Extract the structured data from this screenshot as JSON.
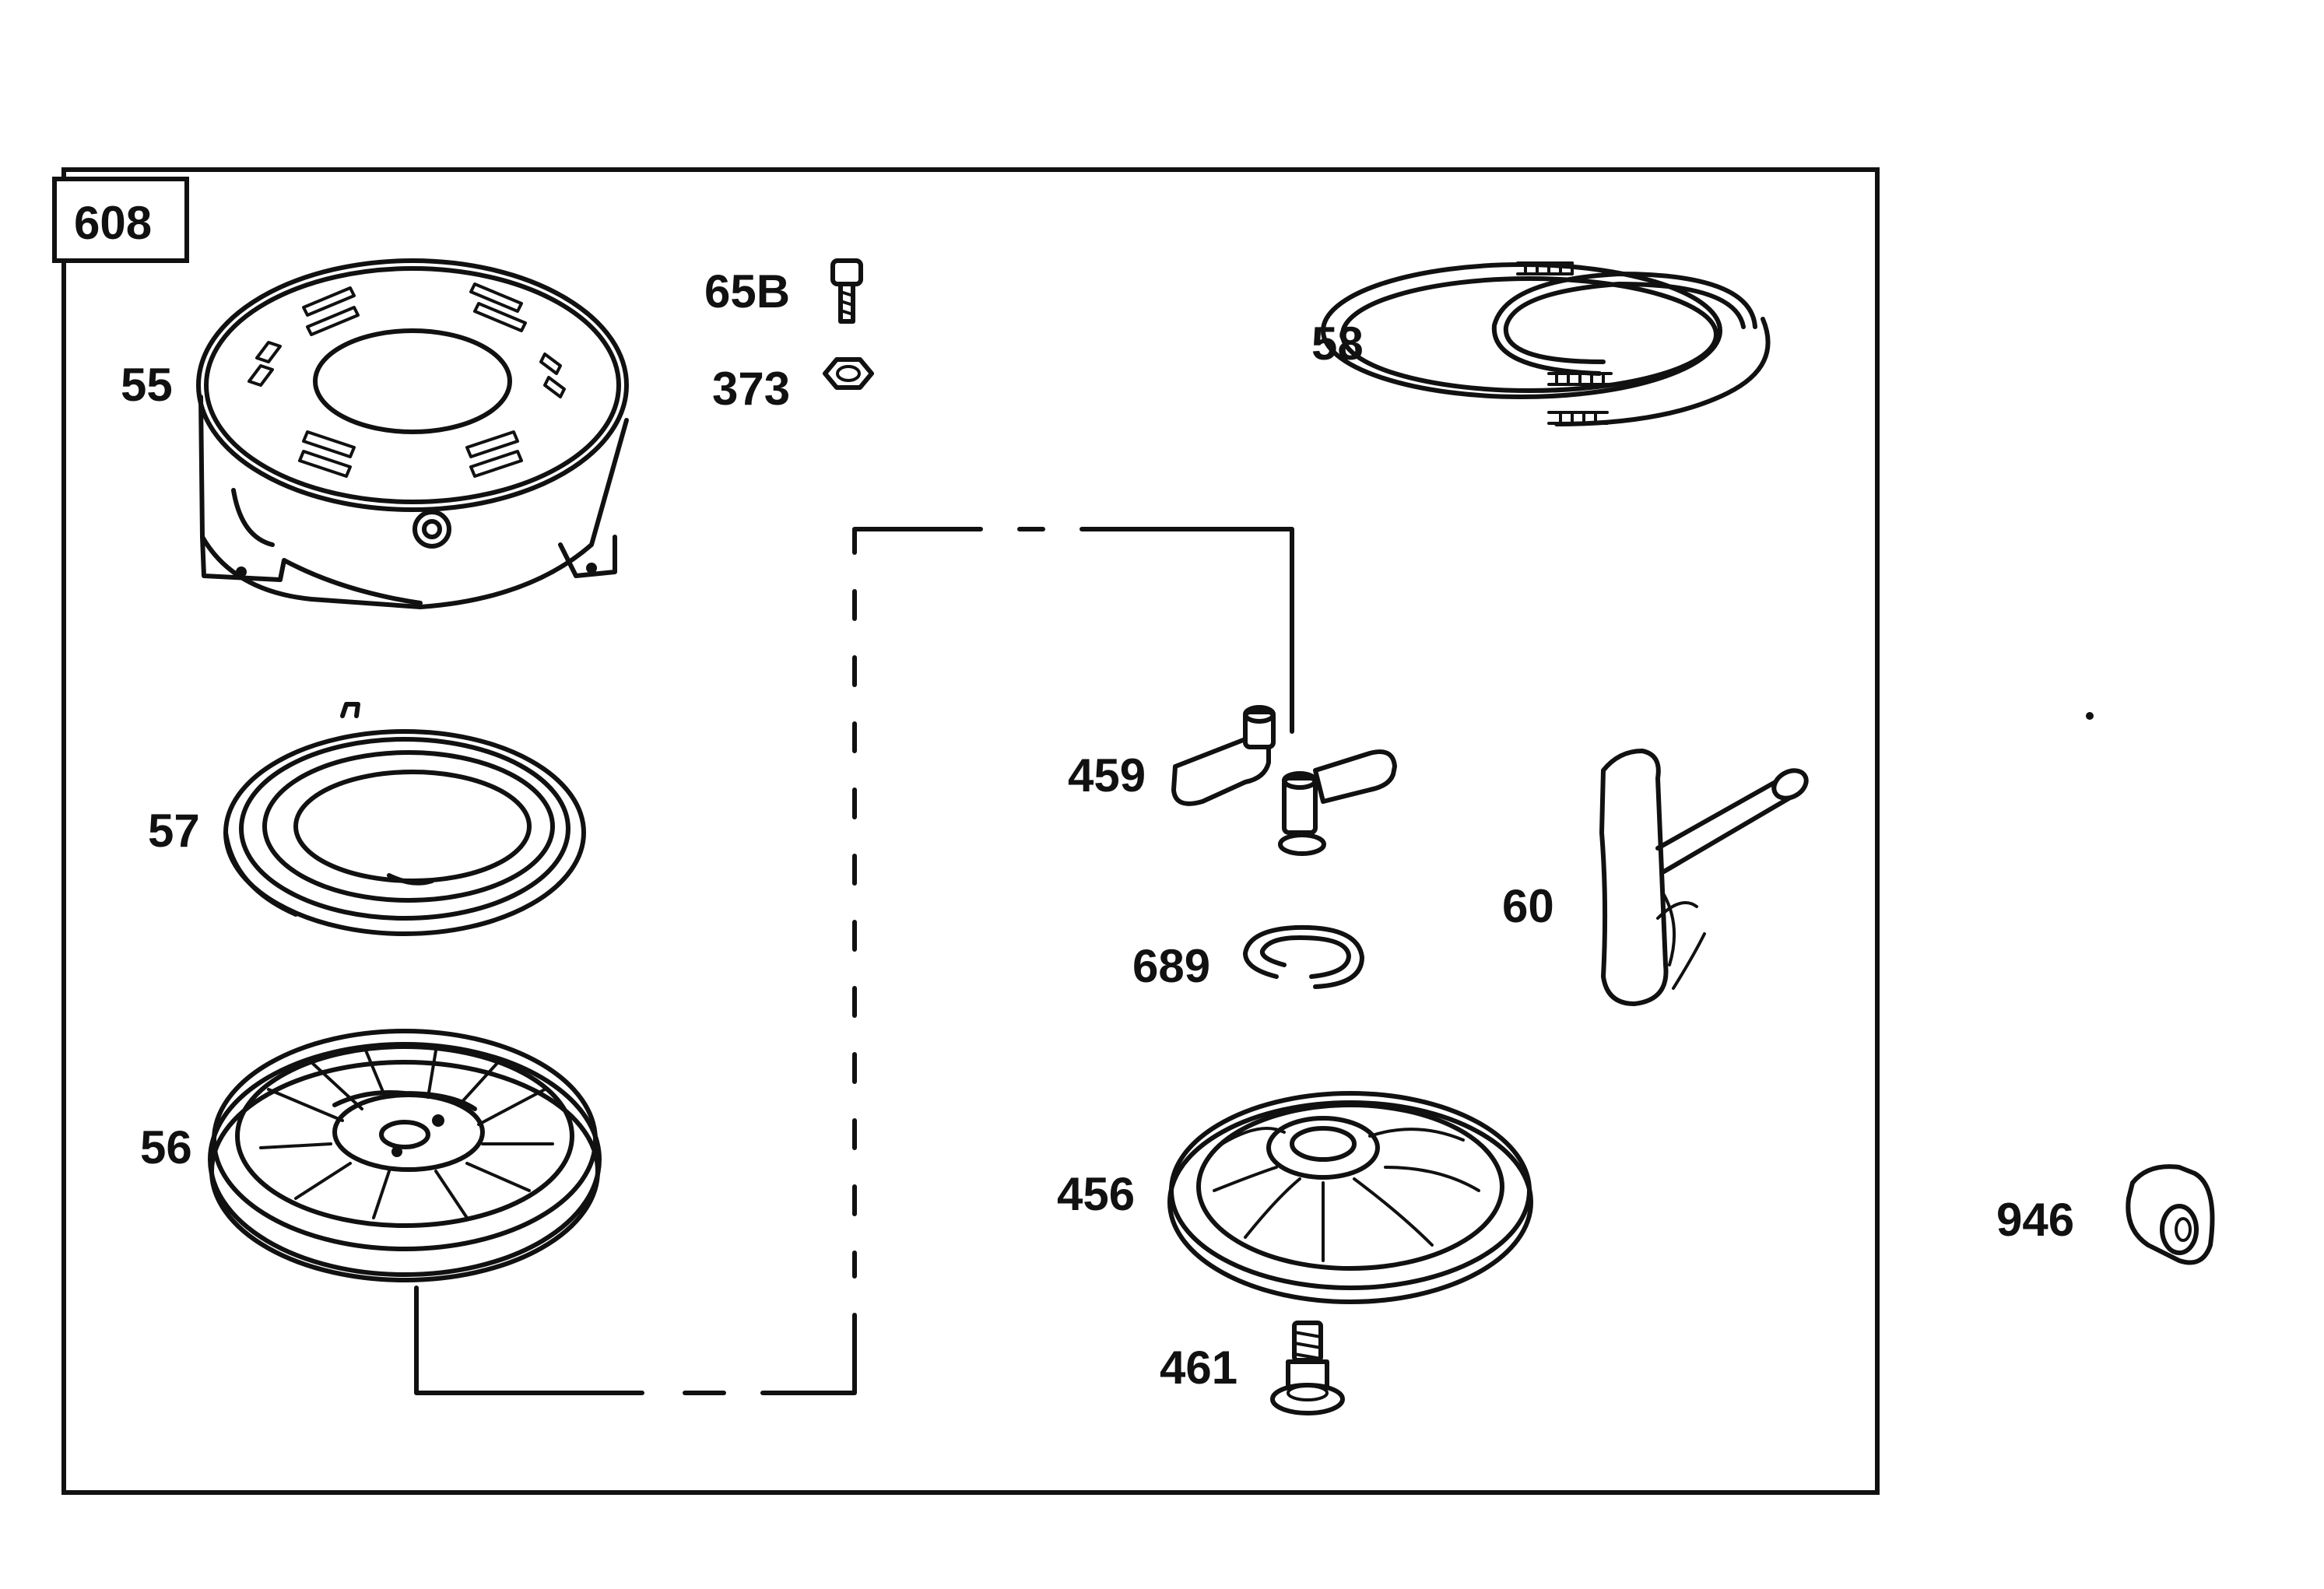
{
  "diagram": {
    "box_label": "608",
    "parts": {
      "p55": "55",
      "p56": "56",
      "p57": "57",
      "p58": "58",
      "p60": "60",
      "p65b": "65B",
      "p373": "373",
      "p456": "456",
      "p459": "459",
      "p461": "461",
      "p689": "689",
      "p946": "946"
    }
  }
}
